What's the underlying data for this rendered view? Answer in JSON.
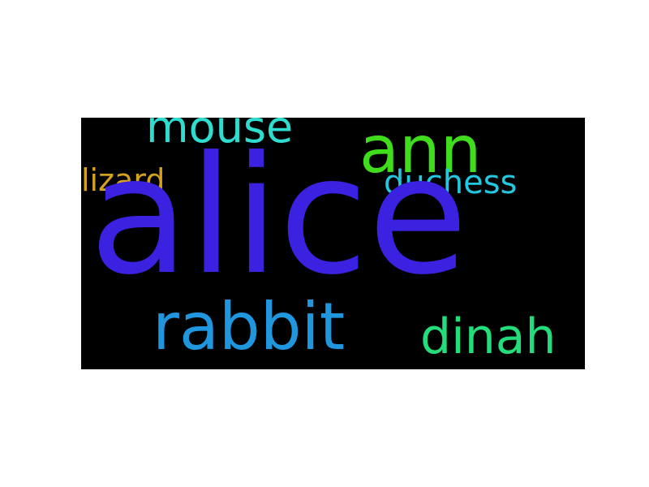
{
  "wordcloud": {
    "background": "#000000",
    "words": [
      {
        "text": "alice",
        "color": "#3b22e0"
      },
      {
        "text": "rabbit",
        "color": "#1f96dd"
      },
      {
        "text": "dinah",
        "color": "#22dd7a"
      },
      {
        "text": "ann",
        "color": "#3fdd1c"
      },
      {
        "text": "mouse",
        "color": "#2edcd0"
      },
      {
        "text": "duchess",
        "color": "#22c7e0"
      },
      {
        "text": "lizard",
        "color": "#d4a21c"
      }
    ]
  }
}
